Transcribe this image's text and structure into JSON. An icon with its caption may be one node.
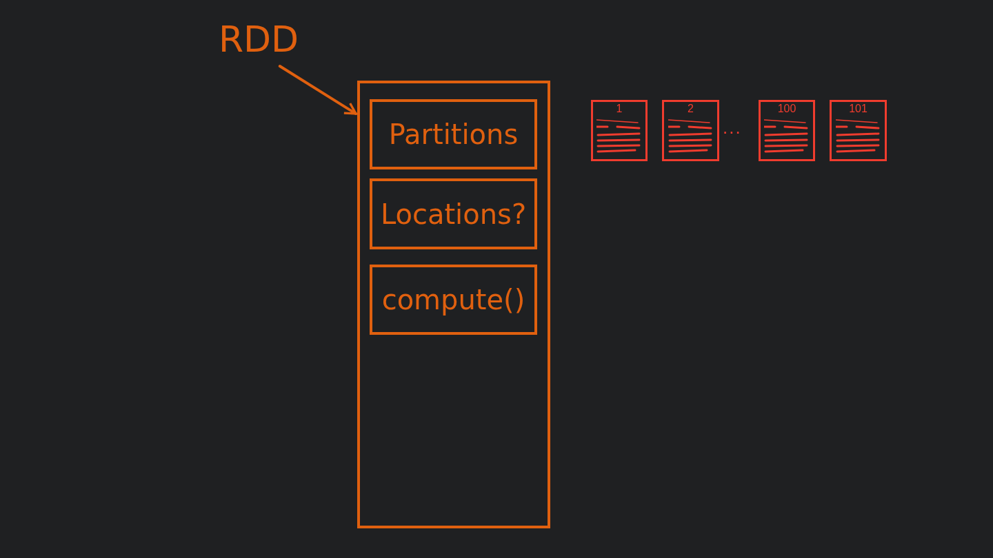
{
  "diagram": {
    "nodes": [
      {
        "text": [
          "RDD"
        ]
      },
      {
        "text": [],
        "shape": "box"
      },
      {
        "text": [
          "Partitions"
        ],
        "in": 1
      },
      {
        "text": [
          "Locations?"
        ],
        "in": 1
      },
      {
        "text": [
          "compute()"
        ],
        "in": 1
      },
      {
        "text": [
          "1"
        ]
      },
      {
        "text": [
          "2"
        ]
      },
      {
        "text": [
          "100"
        ]
      },
      {
        "text": [
          "101"
        ]
      }
    ],
    "edges": [
      {
        "from": 0,
        "to": 1,
        "arrow": "to"
      }
    ],
    "labels": [
      "..."
    ]
  }
}
